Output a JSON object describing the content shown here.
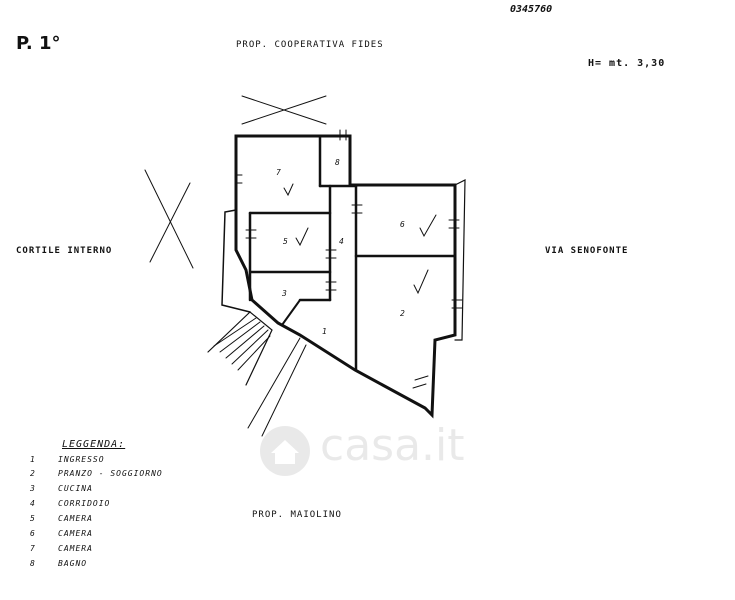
{
  "document": {
    "number": "0345760",
    "floor": "P. 1°",
    "height": "H= mt. 3,30"
  },
  "boundaries": {
    "north": "PROP. COOPERATIVA FIDES",
    "south": "PROP. MAIOLINO",
    "west": "CORTILE INTERNO",
    "east": "VIA SENOFONTE"
  },
  "room_numbers": [
    "1",
    "2",
    "3",
    "4",
    "5",
    "6",
    "7",
    "8"
  ],
  "legend": {
    "title": "LEGGENDA:",
    "items": [
      {
        "num": "1",
        "label": "INGRESSO"
      },
      {
        "num": "2",
        "label": "PRANZO - SOGGIORNO"
      },
      {
        "num": "3",
        "label": "CUCINA"
      },
      {
        "num": "4",
        "label": "CORRIDOIO"
      },
      {
        "num": "5",
        "label": "CAMERA"
      },
      {
        "num": "6",
        "label": "CAMERA"
      },
      {
        "num": "7",
        "label": "CAMERA"
      },
      {
        "num": "8",
        "label": "BAGNO"
      }
    ]
  },
  "watermark": {
    "text": "casa.it",
    "icon": "house-icon"
  }
}
